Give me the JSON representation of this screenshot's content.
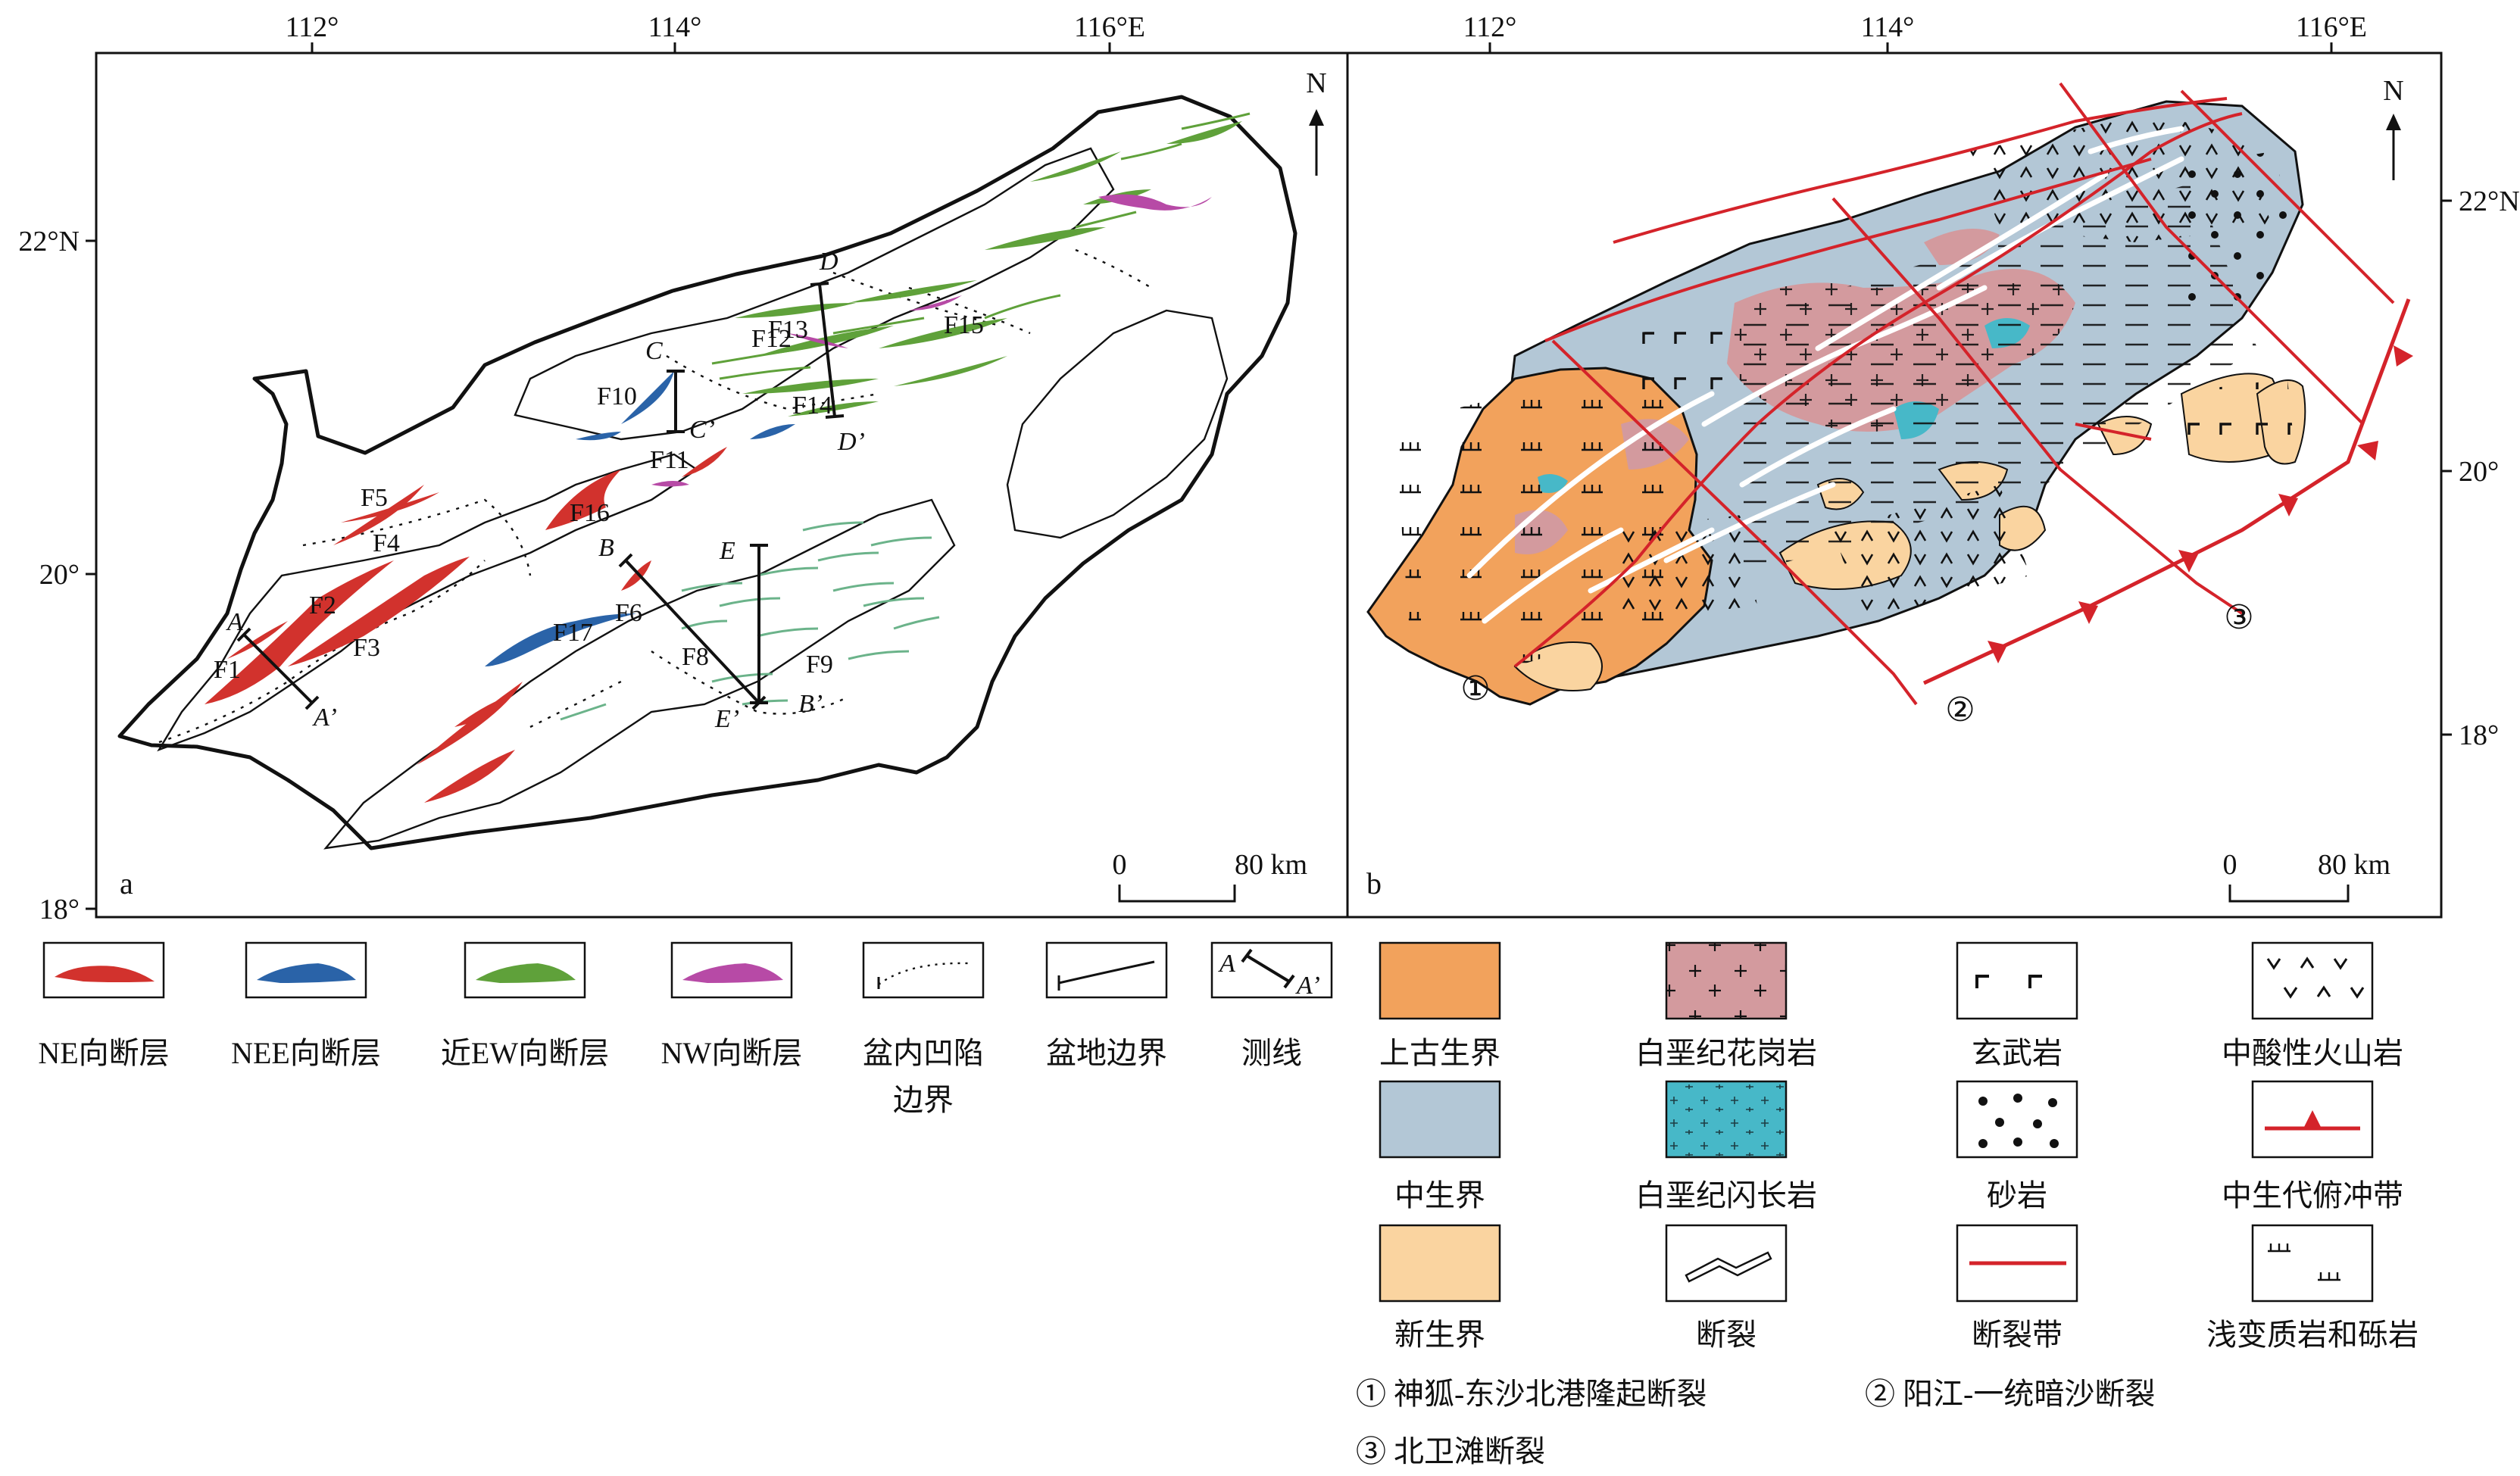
{
  "colors": {
    "ne_fault": "#d2322d",
    "nee_fault": "#2a63a8",
    "ew_fault": "#5fa13a",
    "nw_fault": "#b74aa6",
    "upper_paleozoic": "#f2a25c",
    "mesozoic": "#b3c7d6",
    "cenozoic": "#fad4a0",
    "cretaceous_granite": "#d39a9e",
    "cretaceous_diorite": "#47b8c8",
    "fault_zone": "#d4232a"
  },
  "panel_a": {
    "label": "a",
    "lon_ticks": [
      "112°",
      "114°",
      "116°E"
    ],
    "lat_ticks": [
      "22°N",
      "20°",
      "18°"
    ],
    "north": "N",
    "scale": {
      "left": "0",
      "right": "80 km"
    },
    "fault_labels": [
      "F1",
      "F2",
      "F3",
      "F4",
      "F5",
      "F6",
      "F17",
      "F8",
      "F9",
      "F10",
      "F11",
      "F12",
      "F13",
      "F14",
      "F15",
      "F16"
    ],
    "profile_labels": [
      "A",
      "A’",
      "B",
      "B’",
      "C",
      "C’",
      "D",
      "D’",
      "E",
      "E’"
    ]
  },
  "panel_b": {
    "label": "b",
    "lon_ticks": [
      "112°",
      "114°",
      "116°E"
    ],
    "lat_ticks": [
      "22°N",
      "20°",
      "18°"
    ],
    "north": "N",
    "scale": {
      "left": "0",
      "right": "80 km"
    },
    "fault_numbers": [
      "①",
      "②",
      "③"
    ]
  },
  "legend_a": [
    {
      "label": "NE向断层",
      "icon": "red-fault-swatch-icon"
    },
    {
      "label": "NEE向断层",
      "icon": "blue-fault-swatch-icon"
    },
    {
      "label": "近EW向断层",
      "icon": "green-fault-swatch-icon"
    },
    {
      "label": "NW向断层",
      "icon": "purple-fault-swatch-icon"
    },
    {
      "label": "盆内凹陷\n边界",
      "icon": "dotted-boundary-icon"
    },
    {
      "label": "盆地边界",
      "icon": "basin-boundary-icon"
    },
    {
      "label": "测线",
      "icon": "profile-line-icon",
      "ends": [
        "A",
        "A’"
      ]
    }
  ],
  "legend_b": [
    {
      "label": "上古生界",
      "icon": "upper-paleozoic-swatch-icon"
    },
    {
      "label": "白垩纪花岗岩",
      "icon": "granite-swatch-icon"
    },
    {
      "label": "玄武岩",
      "icon": "basalt-symbol-icon"
    },
    {
      "label": "中酸性火山岩",
      "icon": "volcanic-symbol-icon"
    },
    {
      "label": "中生界",
      "icon": "mesozoic-swatch-icon"
    },
    {
      "label": "白垩纪闪长岩",
      "icon": "diorite-swatch-icon"
    },
    {
      "label": "砂岩",
      "icon": "sandstone-symbol-icon"
    },
    {
      "label": "中生代俯冲带",
      "icon": "subduction-zone-icon"
    },
    {
      "label": "新生界",
      "icon": "cenozoic-swatch-icon"
    },
    {
      "label": "断裂",
      "icon": "fracture-symbol-icon"
    },
    {
      "label": "断裂带",
      "icon": "fault-zone-line-icon"
    },
    {
      "label": "浅变质岩和砾岩",
      "icon": "metamorphic-symbol-icon"
    }
  ],
  "fault_notes": [
    "① 神狐-东沙北港隆起断裂",
    "② 阳江-一统暗沙断裂",
    "③ 北卫滩断裂"
  ]
}
